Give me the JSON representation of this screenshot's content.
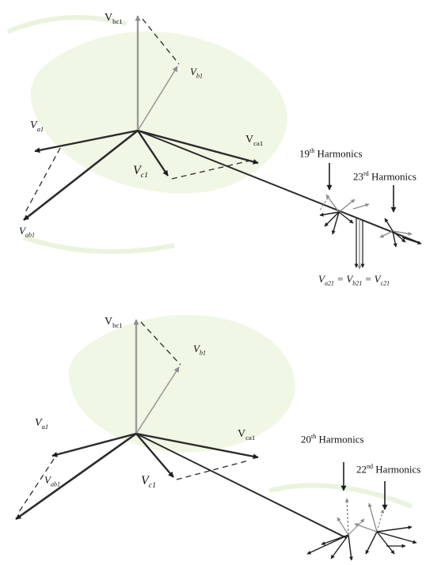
{
  "colors": {
    "background": "#ffffff",
    "watermark": "#dcecc4",
    "dark_arrow": "#2b2b2b",
    "light_arrow": "#9a9a9a"
  },
  "top_diagram": {
    "v_bc1": {
      "main": "V",
      "sub": "bc1"
    },
    "v_b1": {
      "main": "V",
      "sub": "b1"
    },
    "v_a1": {
      "main": "V",
      "sub": "a1"
    },
    "v_ca1": {
      "main": "V",
      "sub": "ca1"
    },
    "v_c1": {
      "main": "V",
      "sub": "c1"
    },
    "v_ab1": {
      "main": "V",
      "sub": "ab1"
    },
    "harmonic_19": {
      "num": "19",
      "sup": "th",
      "text": " Harmonics"
    },
    "harmonic_23": {
      "num": "23",
      "sup": "rd",
      "text": " Harmonics"
    },
    "v21_equation": {
      "a": "V",
      "a_sub": "a21",
      "eq1": " = ",
      "b": "V",
      "b_sub": "b21",
      "eq2": " = ",
      "c": "V",
      "c_sub": "c21"
    }
  },
  "bottom_diagram": {
    "v_bc1": {
      "main": "V",
      "sub": "bc1"
    },
    "v_b1": {
      "main": "V",
      "sub": "b1"
    },
    "v_a1": {
      "main": "V",
      "sub": "a1"
    },
    "v_ca1": {
      "main": "V",
      "sub": "ca1"
    },
    "v_c1": {
      "main": "V",
      "sub": "c1"
    },
    "v_ab1": {
      "main": "V",
      "sub": "ab1"
    },
    "harmonic_20": {
      "num": "20",
      "sup": "th",
      "text": " Harmonics"
    },
    "harmonic_22": {
      "num": "22",
      "sup": "nd",
      "text": " Harmonics"
    }
  }
}
